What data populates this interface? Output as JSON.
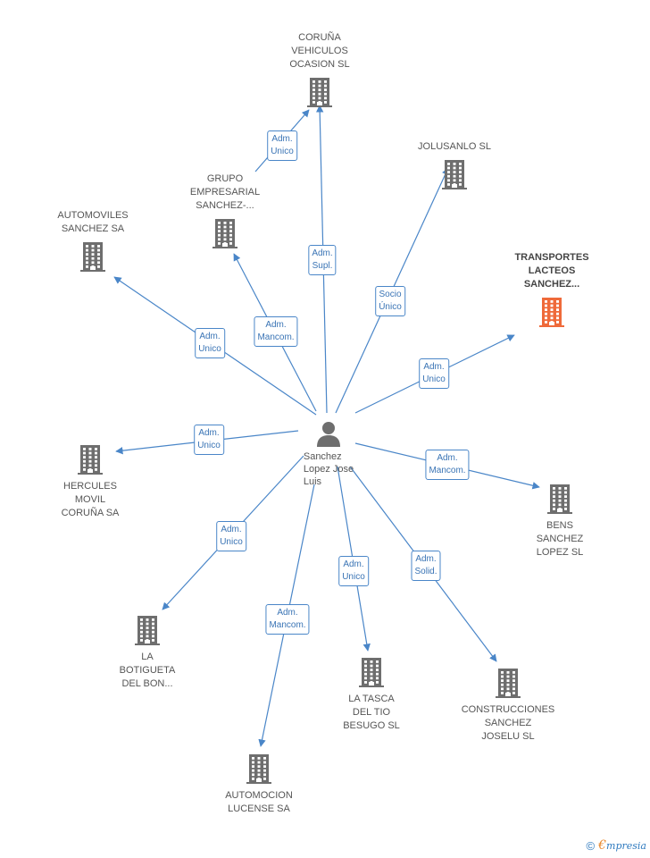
{
  "colors": {
    "edge": "#4a86c8",
    "building": "#6e6e6e",
    "highlight": "#ef6a3a",
    "person": "#6e6e6e"
  },
  "center": {
    "label": "Sanchez\nLopez Jose\nLuis"
  },
  "companies": [
    {
      "id": "coruna",
      "label": "CORUÑA\nVEHICULOS\nOCASION SL"
    },
    {
      "id": "jolusanlo",
      "label": "JOLUSANLO SL"
    },
    {
      "id": "grupo",
      "label": "GRUPO\nEMPRESARIAL\nSANCHEZ-..."
    },
    {
      "id": "automoviles",
      "label": "AUTOMOVILES\nSANCHEZ SA"
    },
    {
      "id": "transportes",
      "label": "TRANSPORTES\nLACTEOS\nSANCHEZ...",
      "highlight": true
    },
    {
      "id": "hercules",
      "label": "HERCULES\nMOVIL\nCORUÑA SA"
    },
    {
      "id": "bens",
      "label": "BENS\nSANCHEZ\nLOPEZ SL"
    },
    {
      "id": "botigueta",
      "label": "LA\nBOTIGUETA\nDEL BON..."
    },
    {
      "id": "tasca",
      "label": "LA TASCA\nDEL TIO\nBESUGO SL"
    },
    {
      "id": "construcciones",
      "label": "CONSTRUCCIONES\nSANCHEZ\nJOSELU SL"
    },
    {
      "id": "lucense",
      "label": "AUTOMOCION\nLUCENSE SA"
    }
  ],
  "edges": [
    {
      "to": "coruna",
      "label": "Adm.\nSupl."
    },
    {
      "to": "grupo",
      "label": "Adm.\nMancom."
    },
    {
      "from": "grupo",
      "to": "coruna",
      "label": "Adm.\nUnico"
    },
    {
      "to": "jolusanlo",
      "label": "Socio\nÚnico"
    },
    {
      "to": "automoviles",
      "label": "Adm.\nUnico"
    },
    {
      "to": "transportes",
      "label": "Adm.\nUnico"
    },
    {
      "to": "hercules",
      "label": "Adm.\nUnico"
    },
    {
      "to": "bens",
      "label": "Adm.\nMancom."
    },
    {
      "to": "botigueta",
      "label": "Adm.\nUnico"
    },
    {
      "to": "tasca",
      "label": "Adm.\nUnico"
    },
    {
      "to": "construcciones",
      "label": "Adm.\nSolid."
    },
    {
      "to": "lucense",
      "label": "Adm.\nMancom."
    }
  ],
  "footer": {
    "copyright": "©",
    "brand_first": "€",
    "brand_rest": "mpresia"
  }
}
